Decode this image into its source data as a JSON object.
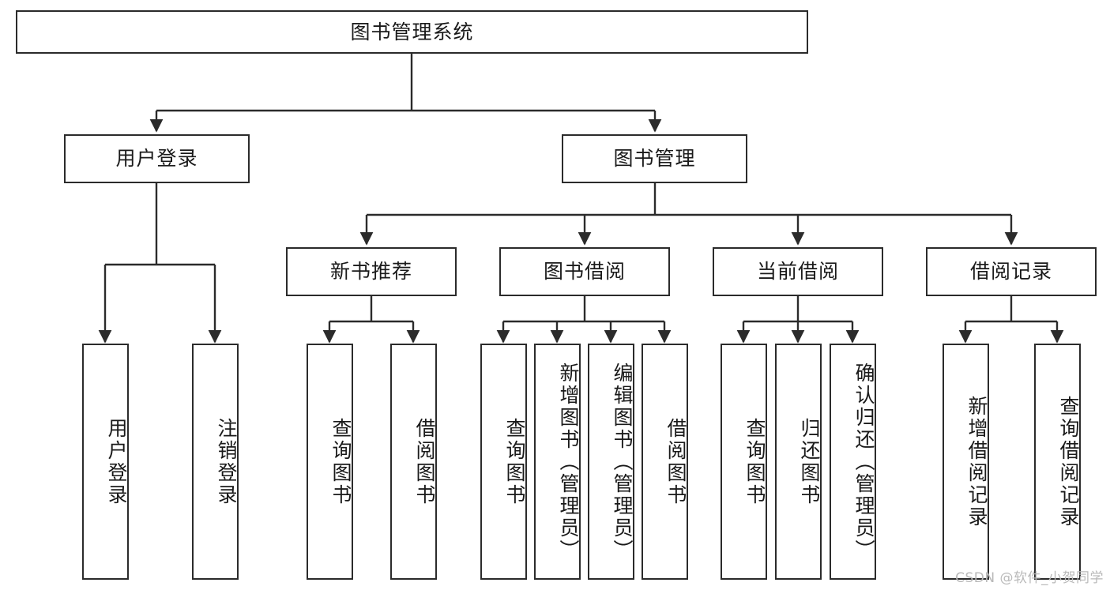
{
  "diagram": {
    "type": "tree",
    "title": "图书管理系统",
    "watermark": "CSDN @软件_小贺同学",
    "colors": {
      "node_border": "#2b2b2b",
      "node_fill": "#ffffff",
      "edge": "#2b2b2b",
      "text": "#1a1a1a",
      "watermark": "#b9b9b9",
      "background": "#ffffff"
    },
    "nodes": {
      "root": {
        "label": "图书管理系统"
      },
      "level1": [
        {
          "id": "user-login",
          "label": "用户登录"
        },
        {
          "id": "book-manage",
          "label": "图书管理"
        }
      ],
      "level2": [
        {
          "id": "new-book-recommend",
          "label": "新书推荐"
        },
        {
          "id": "book-borrow",
          "label": "图书借阅"
        },
        {
          "id": "current-borrow",
          "label": "当前借阅"
        },
        {
          "id": "borrow-record",
          "label": "借阅记录"
        }
      ],
      "leaves": {
        "user-login": [
          {
            "id": "leaf-user-login",
            "label": "用户登录"
          },
          {
            "id": "leaf-logout-login",
            "label": "注销登录"
          }
        ],
        "new-book-recommend": [
          {
            "id": "leaf-query-book-1",
            "label": "查询图书"
          },
          {
            "id": "leaf-borrow-book-1",
            "label": "借阅图书"
          }
        ],
        "book-borrow": [
          {
            "id": "leaf-query-book-2",
            "label": "查询图书"
          },
          {
            "id": "leaf-add-book",
            "label": "新增图书（管理员）"
          },
          {
            "id": "leaf-edit-book",
            "label": "编辑图书（管理员）"
          },
          {
            "id": "leaf-borrow-book-2",
            "label": "借阅图书"
          }
        ],
        "current-borrow": [
          {
            "id": "leaf-query-book-3",
            "label": "查询图书"
          },
          {
            "id": "leaf-return-book",
            "label": "归还图书"
          },
          {
            "id": "leaf-confirm-return",
            "label": "确认归还（管理员）"
          }
        ],
        "borrow-record": [
          {
            "id": "leaf-add-record",
            "label": "新增借阅记录"
          },
          {
            "id": "leaf-query-record",
            "label": "查询借阅记录"
          }
        ]
      }
    }
  }
}
